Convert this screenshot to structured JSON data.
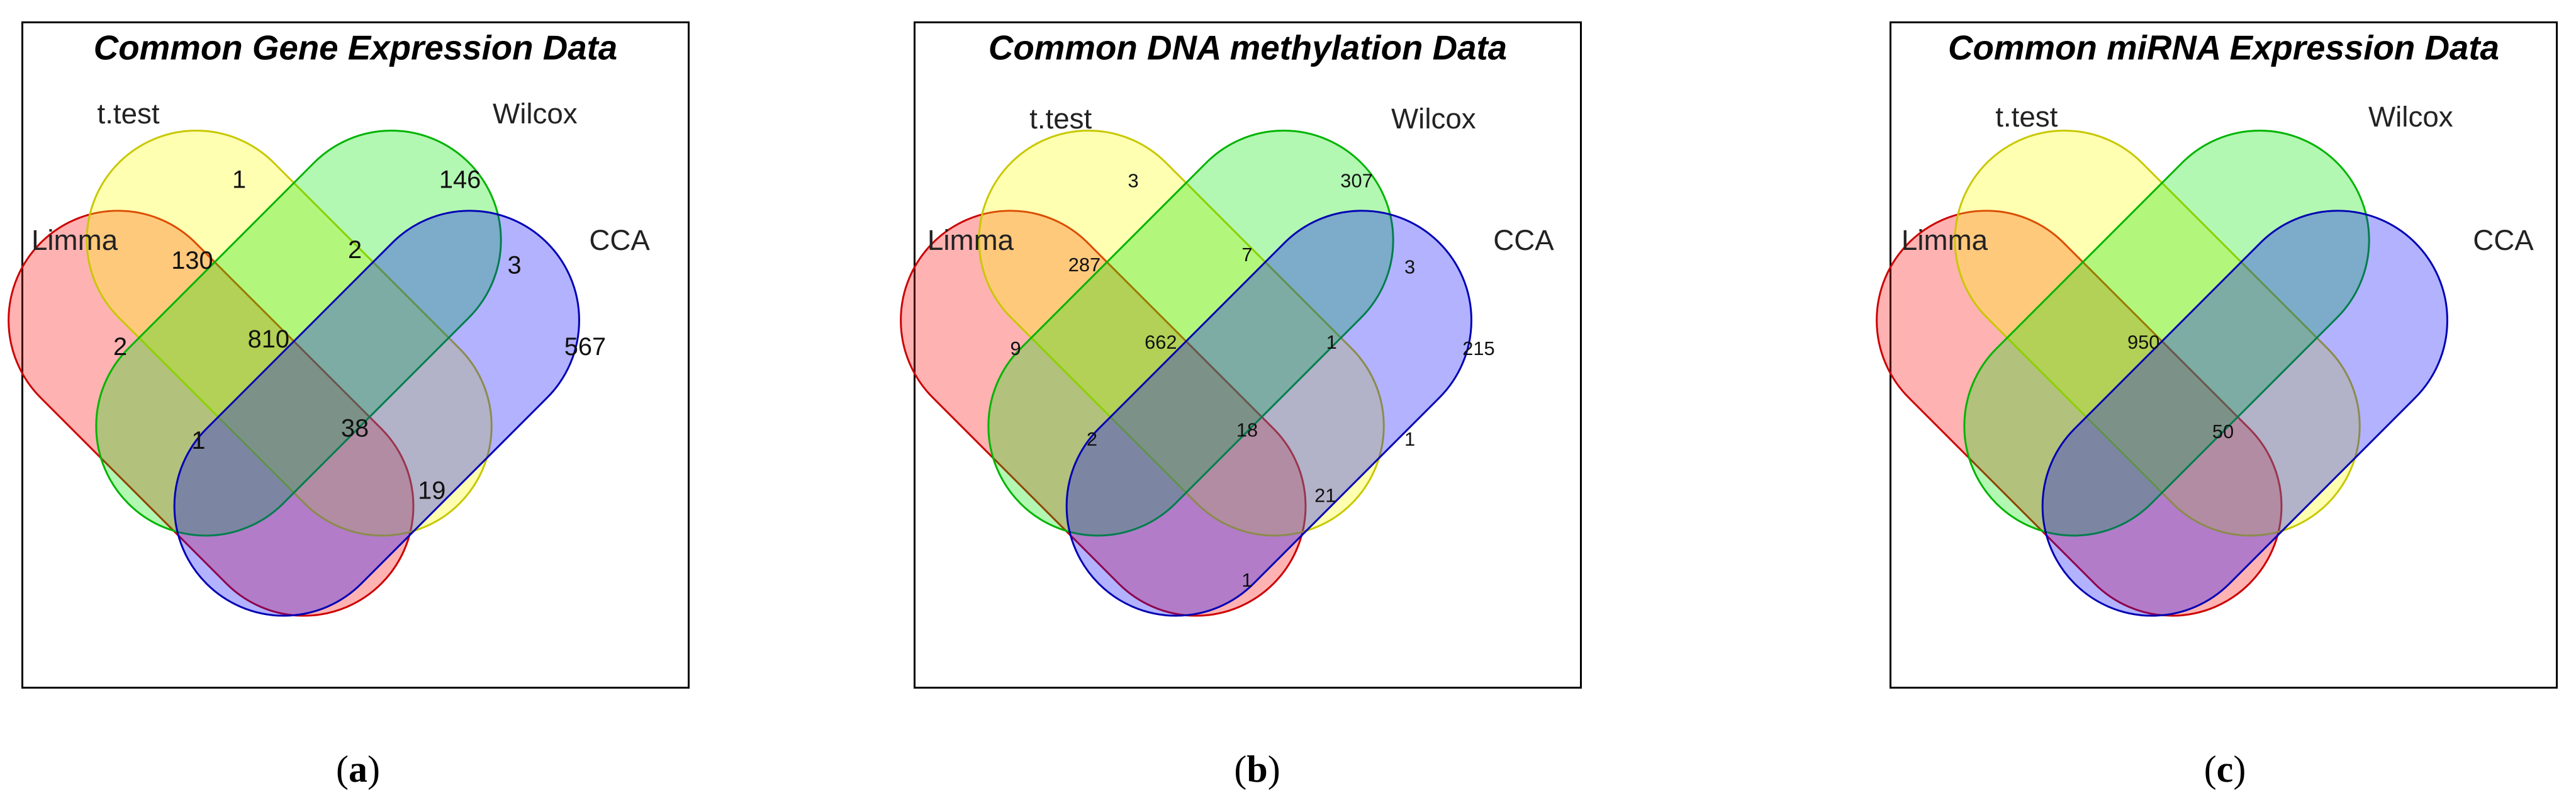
{
  "colors": {
    "limma": "#ff0000",
    "ttest": "#ffff00",
    "wilcox": "#00e600",
    "cca": "#0000ff",
    "limma_stroke": "#cc0000",
    "ttest_stroke": "#c8c800",
    "wilcox_stroke": "#00b400",
    "cca_stroke": "#0000b4"
  },
  "panels": [
    {
      "title": "Common Gene Expression Data",
      "caption_letter": "a",
      "labels": {
        "limma": "Limma",
        "ttest": "t.test",
        "wilcox": "Wilcox",
        "cca": "CCA"
      },
      "regions": {
        "ttest_only": "1",
        "wilcox_only": "146",
        "limma_ttest": "130",
        "ttest_wilcox": "2",
        "wilcox_cca": "3",
        "limma_only": "2",
        "limma_ttest_wilcox": "810",
        "cca_only": "567",
        "limma_wilcox": "1",
        "all_four": "38",
        "ttest_cca": "19"
      }
    },
    {
      "title": "Common DNA methylation Data",
      "caption_letter": "b",
      "labels": {
        "limma": "Limma",
        "ttest": "t.test",
        "wilcox": "Wilcox",
        "cca": "CCA"
      },
      "regions": {
        "ttest_only": "3",
        "wilcox_only": "307",
        "limma_ttest": "287",
        "ttest_wilcox": "7",
        "wilcox_cca": "3",
        "limma_only": "9",
        "limma_ttest_wilcox": "662",
        "ttest_wilcox_cca": "1",
        "cca_only": "215",
        "limma_wilcox": "2",
        "all_four": "18",
        "ttest_cca": "1",
        "limma_ttest_cca": "21",
        "limma_cca": "1"
      }
    },
    {
      "title": "Common miRNA Expression Data",
      "caption_letter": "c",
      "labels": {
        "limma": "Limma",
        "ttest": "t.test",
        "wilcox": "Wilcox",
        "cca": "CCA"
      },
      "regions": {
        "limma_ttest_wilcox": "950",
        "all_four": "50"
      }
    }
  ]
}
